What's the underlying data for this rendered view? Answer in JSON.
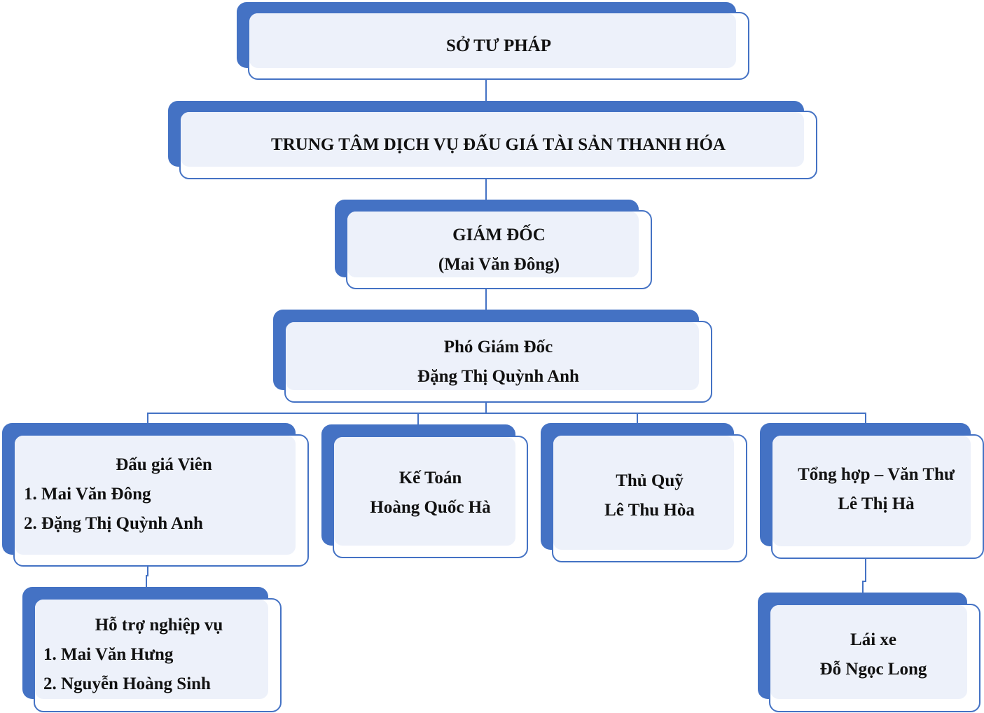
{
  "colors": {
    "accent": "#4472C4",
    "fill": "#EDF1FA"
  },
  "nodes": {
    "so_tu_phap": {
      "lines": [
        "SỞ TƯ PHÁP"
      ]
    },
    "trung_tam": {
      "lines": [
        "TRUNG TÂM DỊCH VỤ ĐẤU GIÁ TÀI SẢN THANH HÓA"
      ]
    },
    "giam_doc": {
      "lines": [
        "GIÁM ĐỐC",
        "(Mai Văn Đông)"
      ]
    },
    "pho_giam_doc": {
      "lines": [
        "Phó Giám Đốc",
        "Đặng Thị Quỳnh Anh"
      ]
    },
    "dau_gia_vien": {
      "lines": [
        "Đấu giá Viên",
        "1. Mai Văn Đông",
        "2. Đặng Thị Quỳnh Anh"
      ]
    },
    "ke_toan": {
      "lines": [
        "Kế Toán",
        "Hoàng Quốc Hà"
      ]
    },
    "thu_quy": {
      "lines": [
        "Thủ Quỹ",
        "Lê Thu Hòa"
      ]
    },
    "tong_hop": {
      "lines": [
        "Tổng hợp – Văn Thư",
        "Lê Thị Hà"
      ]
    },
    "ho_tro": {
      "lines": [
        "Hỗ trợ nghiệp vụ",
        "1. Mai Văn Hưng",
        "2. Nguyễn Hoàng Sinh"
      ]
    },
    "lai_xe": {
      "lines": [
        "Lái xe",
        "Đỗ Ngọc Long"
      ]
    }
  }
}
